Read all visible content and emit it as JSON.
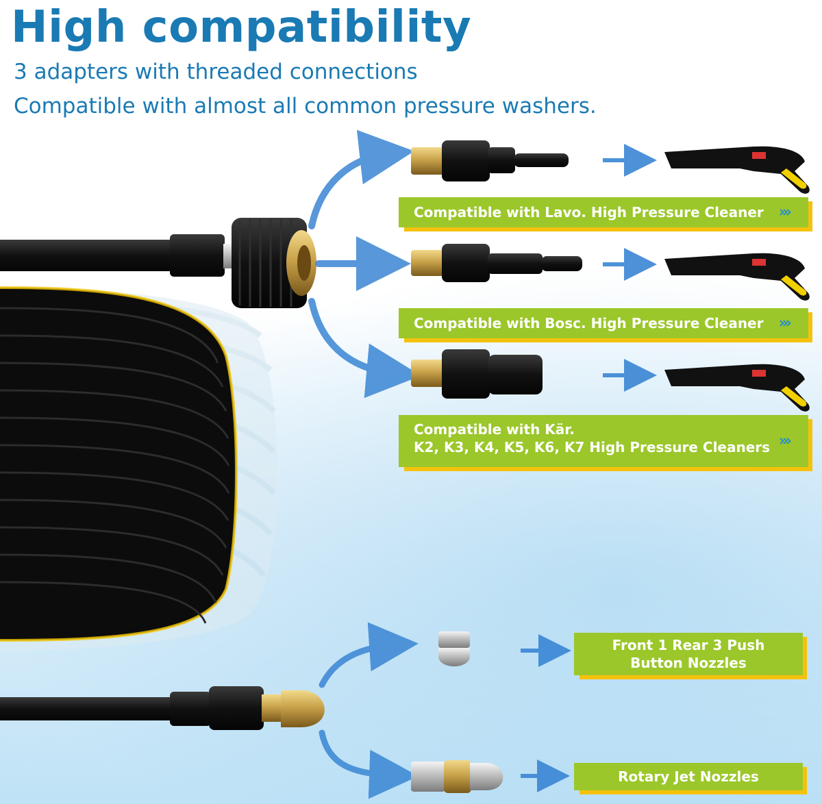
{
  "header": {
    "title": "High compatibility",
    "subtitle_line1": "3 adapters with threaded connections",
    "subtitle_line2": "Compatible with almost all common pressure washers."
  },
  "adapters": [
    {
      "label": "Compatible with Lavo. High Pressure Cleaner"
    },
    {
      "label": "Compatible with Bosc. High Pressure Cleaner"
    },
    {
      "label_line1": "Compatible with Kär.",
      "label_line2": "K2, K3, K4, K5, K6, K7 High Pressure Cleaners"
    }
  ],
  "nozzles": [
    {
      "label_line1": "Front 1 Rear 3 Push",
      "label_line2": "Button Nozzles"
    },
    {
      "label": "Rotary Jet Nozzles"
    }
  ],
  "decor": {
    "chevrons": "›››",
    "colors": {
      "title": "#1a7ab4",
      "banner": "#9bc72a",
      "banner_shadow": "#f4c20d",
      "arrow": "#3a86d4",
      "hose": "#111111",
      "brass": "#c9a24a"
    }
  }
}
